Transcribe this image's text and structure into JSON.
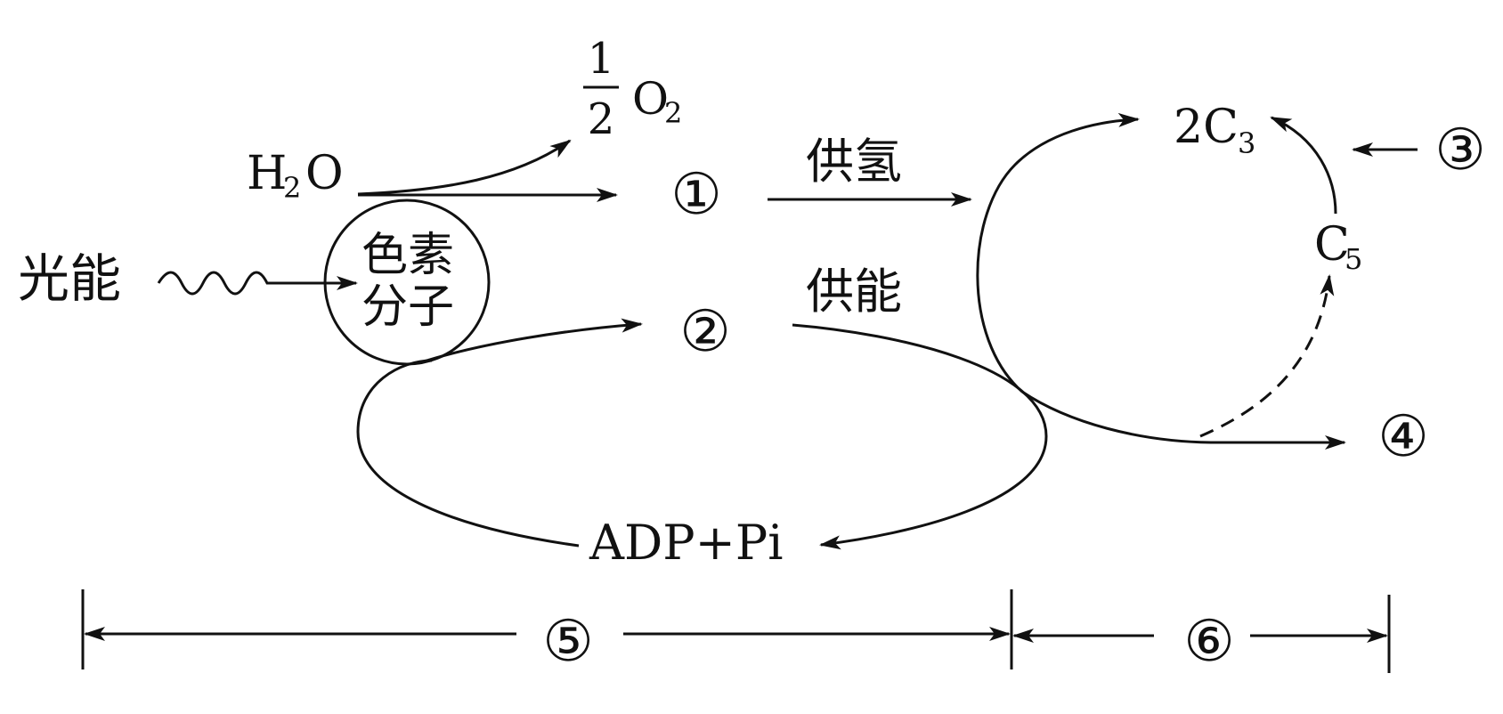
{
  "labels": {
    "half": {
      "num": "1",
      "den": "2"
    },
    "o2": {
      "base": "O",
      "sub": "2"
    },
    "h2o": {
      "h": "H",
      "sub": "2",
      "o": "O"
    },
    "light_energy": "光能",
    "pigment_line1": "色素",
    "pigment_line2": "分子",
    "supply_hydrogen": "供氢",
    "supply_energy": "供能",
    "adp_pi": "ADP+Pi",
    "two_c3": {
      "coef": "2C",
      "sub": "3"
    },
    "c5": {
      "base": "C",
      "sub": "5"
    },
    "m1": "①",
    "m2": "②",
    "m3": "③",
    "m4": "④",
    "m5": "⑤",
    "m6": "⑥"
  }
}
